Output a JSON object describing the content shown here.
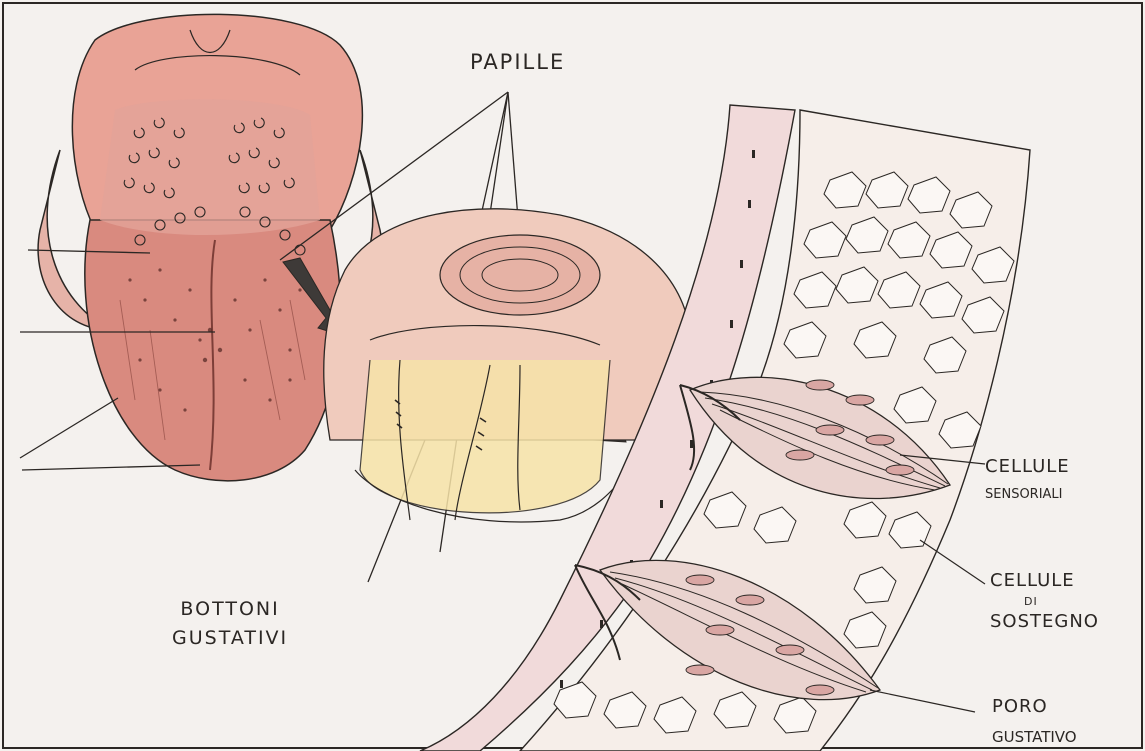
{
  "labels": {
    "papille": "PAPILLE",
    "bottoni_line1": "BOTTONI",
    "bottoni_line2": "GUSTATIVI",
    "cellule_sensoriali_line1": "CELLULE",
    "cellule_sensoriali_line2": "SENSORIALI",
    "cellule_sostegno_line1": "CELLULE",
    "cellule_sostegno_line2": "DI",
    "cellule_sostegno_line3": "SOSTEGNO",
    "poro_line1": "PORO",
    "poro_line2": "GUSTATIVO"
  },
  "colors": {
    "ink": "#2b2724",
    "tongue": "#d98a7f",
    "tongue_dark": "#b8675e",
    "papilla": "#e7b3a6",
    "papilla_light": "#f4d7c6",
    "cell_fill": "#f6eee9",
    "bud_pink": "#d9a6a3",
    "paper": "#f4f1ee"
  }
}
